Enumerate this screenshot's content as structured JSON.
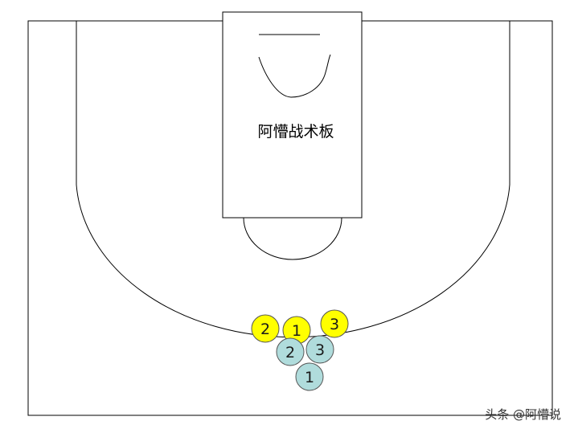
{
  "board_title": "阿懵战术板",
  "watermark": "头条 @阿懵说",
  "colors": {
    "offense": "#ffff00",
    "defense": "#b0dcdc",
    "line": "#000000"
  },
  "offense_players": [
    {
      "label": "2"
    },
    {
      "label": "1"
    },
    {
      "label": "3"
    }
  ],
  "defense_players": [
    {
      "label": "2"
    },
    {
      "label": "3"
    },
    {
      "label": "1"
    }
  ]
}
